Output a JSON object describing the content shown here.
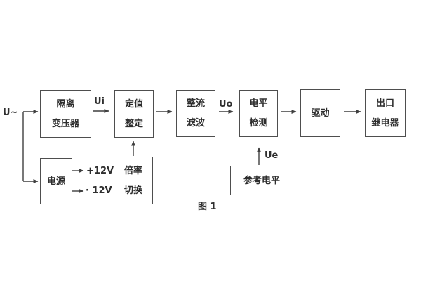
{
  "figure": {
    "caption": "图 1"
  },
  "blocks": {
    "isolation_transformer": {
      "lines": [
        "隔离",
        "变压器"
      ]
    },
    "setting_adjust": {
      "lines": [
        "定值",
        "整定"
      ]
    },
    "rectifier_filter": {
      "lines": [
        "整流",
        "滤波"
      ]
    },
    "level_detector": {
      "lines": [
        "电平",
        "检测"
      ]
    },
    "driver": {
      "lines": [
        "驱动"
      ]
    },
    "output_relay": {
      "lines": [
        "出口",
        "继电器"
      ]
    },
    "power_supply": {
      "lines": [
        "电源"
      ]
    },
    "ratio_switch": {
      "lines": [
        "倍率",
        "切换"
      ]
    },
    "reference_level": {
      "lines": [
        "参考电平"
      ]
    }
  },
  "signals": {
    "input": "U~",
    "ui": "Ui",
    "uo": "Uo",
    "ue": "Ue",
    "rail_pos": "+12V",
    "rail_neg": "· 12V"
  },
  "colors": {
    "background": "#ffffff",
    "line": "#3f3f3f",
    "text": "#2e2e2e"
  }
}
